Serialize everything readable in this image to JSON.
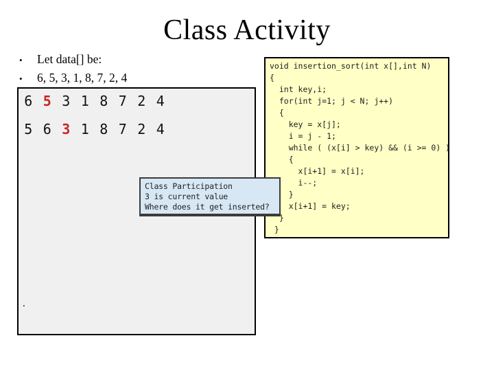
{
  "title": "Class Activity",
  "bullets": [
    {
      "marker": "•",
      "text": "Let data[] be:"
    },
    {
      "marker": "•",
      "text": "6, 5, 3, 1, 8, 7, 2, 4"
    }
  ],
  "array_box": {
    "rows": [
      {
        "cells": [
          {
            "v": "6"
          },
          {
            "v": "5",
            "highlight": true
          },
          {
            "v": "3"
          },
          {
            "v": "1"
          },
          {
            "v": "8"
          },
          {
            "v": "7"
          },
          {
            "v": "2"
          },
          {
            "v": "4"
          }
        ]
      },
      {
        "cells": [
          {
            "v": "5"
          },
          {
            "v": "6"
          },
          {
            "v": "3",
            "highlight": true
          },
          {
            "v": "1"
          },
          {
            "v": "8"
          },
          {
            "v": "7"
          },
          {
            "v": "2"
          },
          {
            "v": "4"
          }
        ]
      }
    ],
    "stray_text": "."
  },
  "code_box": {
    "lines": [
      "void insertion_sort(int x[],int N)",
      "{",
      "  int key,i;",
      "  for(int j=1; j < N; j++)",
      "  {",
      "    key = x[j];",
      "    i = j - 1;",
      "    while ( (x[i] > key) && (i >= 0) )",
      "    {",
      "      x[i+1] = x[i];",
      "      i--;",
      "    }",
      "    x[i+1] = key;",
      "  }",
      " }"
    ]
  },
  "participation_box": {
    "lines": [
      "Class Participation",
      "3 is current value",
      "Where does it get inserted?"
    ]
  },
  "colors": {
    "highlight_red": "#cc2222",
    "code_bg": "#ffffc6",
    "note_bg": "#d7e7f4",
    "array_bg": "#f0f0f0"
  }
}
